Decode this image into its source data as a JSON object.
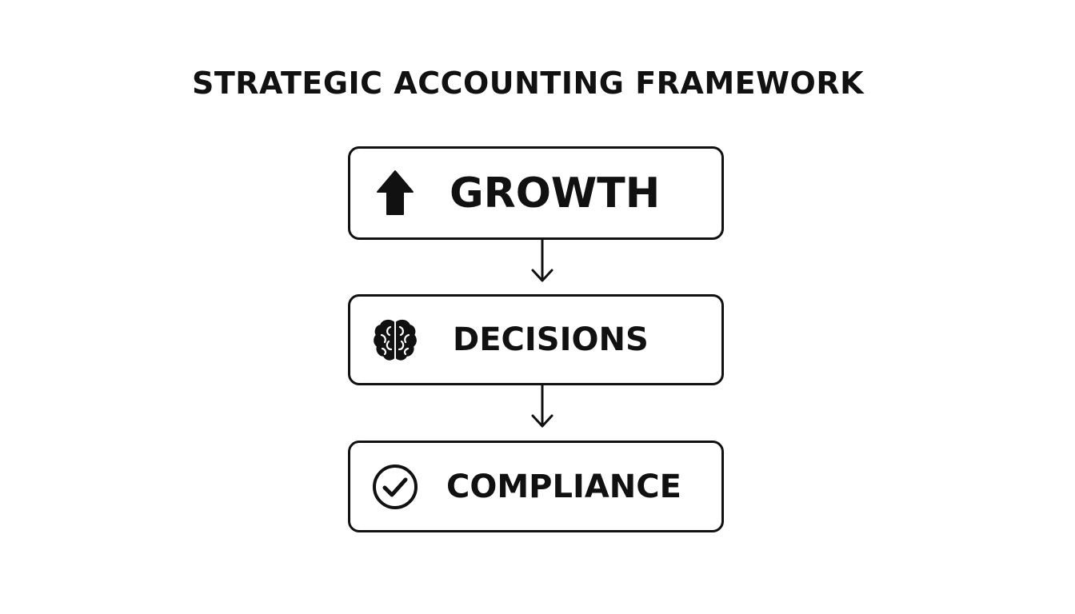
{
  "diagram": {
    "title": "STRATEGIC ACCOUNTING FRAMEWORK",
    "steps": [
      {
        "label": "GROWTH",
        "icon": "arrow-up-icon"
      },
      {
        "label": "DECISIONS",
        "icon": "brain-icon"
      },
      {
        "label": "COMPLIANCE",
        "icon": "check-circle-icon"
      }
    ],
    "connectors": [
      "down-arrow",
      "down-arrow"
    ]
  }
}
